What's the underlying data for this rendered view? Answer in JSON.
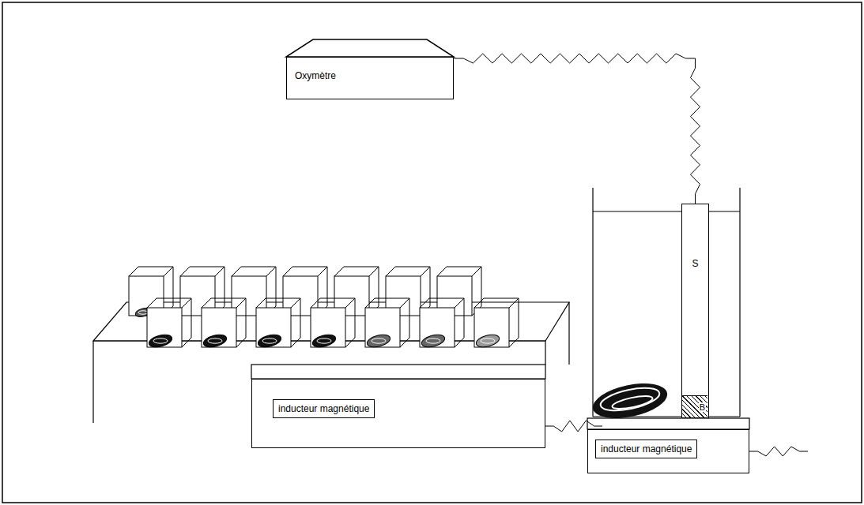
{
  "diagram": {
    "nodes": [
      {
        "text": [
          "Oxymètre"
        ]
      },
      {
        "text": [
          "inducteur magnétique"
        ]
      },
      {
        "text": [
          "inducteur magnétique"
        ]
      },
      {
        "text": [
          "S"
        ]
      },
      {
        "text": [
          "B"
        ],
        "in": 3
      }
    ],
    "edges": [
      {
        "from": 0,
        "to": 3,
        "arrow": "none"
      }
    ]
  }
}
